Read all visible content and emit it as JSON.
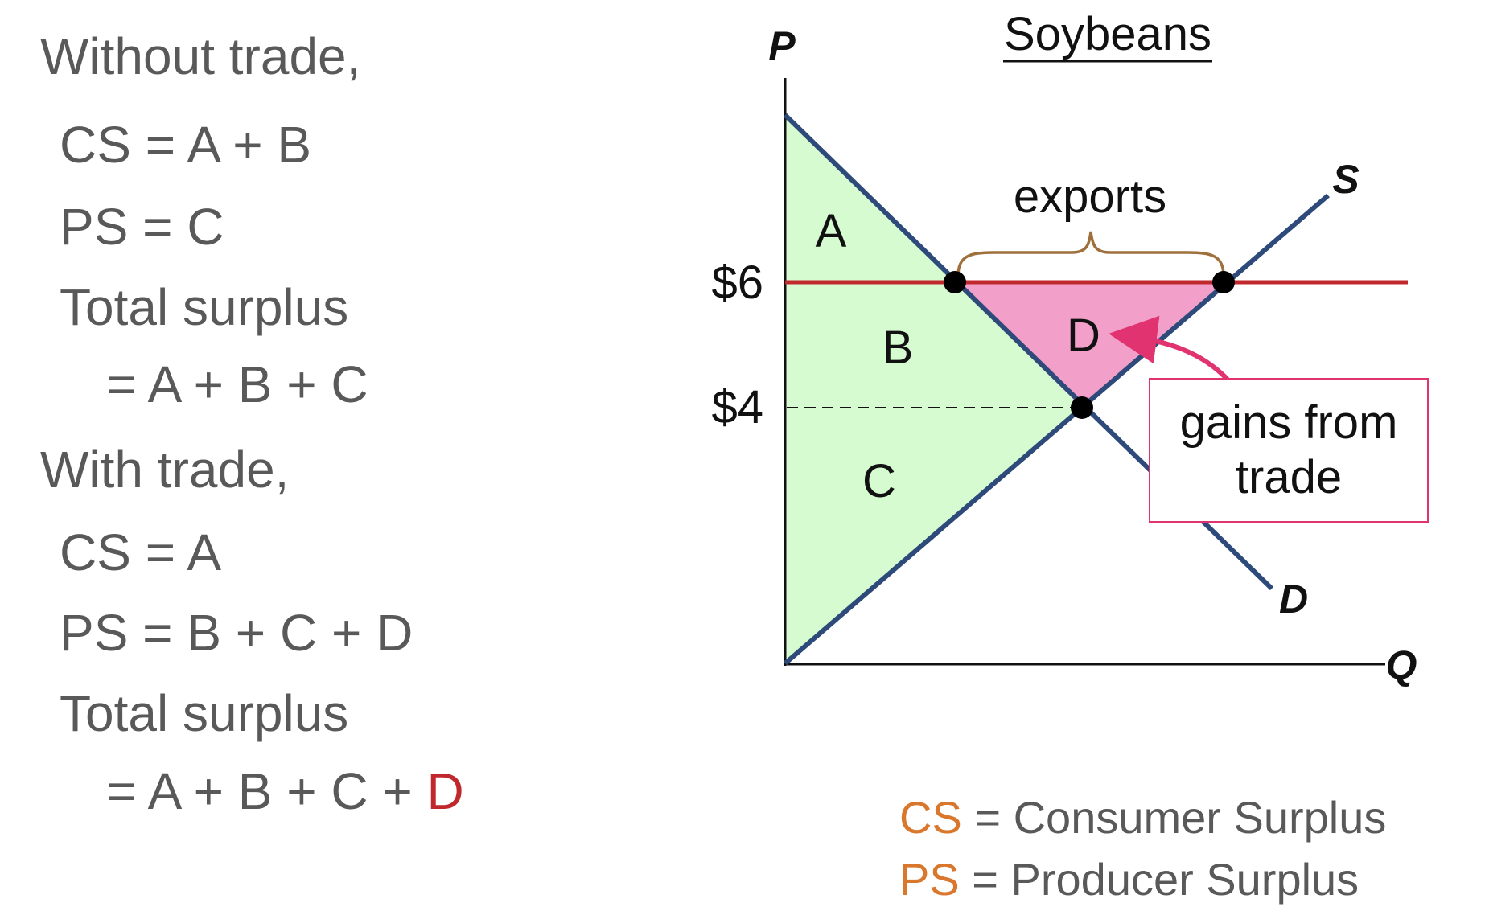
{
  "left_text": {
    "without_trade": "Without trade,",
    "cs_without": "CS = A + B",
    "ps_without": "PS = C",
    "total_label_1": "Total surplus",
    "total_value_1": "= A + B + C",
    "with_trade": "With trade,",
    "cs_with": "CS = A",
    "ps_with": "PS = B + C + D",
    "total_label_2": "Total surplus",
    "total_value_2_prefix": "= A + B + C + ",
    "total_value_2_highlight": "D"
  },
  "diagram": {
    "title": "Soybeans",
    "axis_p": "P",
    "axis_q": "Q",
    "supply_label": "S",
    "demand_label": "D",
    "price_high": "$6",
    "price_low": "$4",
    "region_a": "A",
    "region_b": "B",
    "region_c": "C",
    "region_d": "D",
    "exports_label": "exports",
    "gains_line1": "gains from",
    "gains_line2": "trade"
  },
  "legend": {
    "cs_abbr": "CS",
    "cs_text": " = Consumer Surplus",
    "ps_abbr": "PS",
    "ps_text": " = Producer Surplus"
  },
  "colors": {
    "text_gray": "#595959",
    "highlight_red": "#c0282d",
    "legend_orange": "#d9772c",
    "curve_blue": "#2e4a7a",
    "price_line_red": "#c0282d",
    "surplus_green": "#d6fbd0",
    "gains_pink": "#f29fc9",
    "arrow_pink": "#e0336f",
    "brace_brown": "#a0703c"
  }
}
